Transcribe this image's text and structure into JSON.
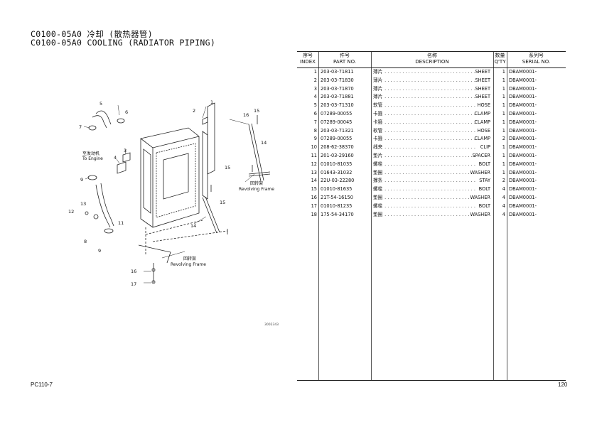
{
  "page": {
    "title_cn": "C0100-05A0 冷却 (散热器管)",
    "title_en": "C0100-05A0 COOLING (RADIATOR PIPING)",
    "model": "PC110-7",
    "page_number": "120",
    "drawing_number": "3002343"
  },
  "diagram": {
    "to_engine_cn": "至发动机",
    "to_engine_en": "To Engine",
    "frame1_cn": "回转架",
    "frame1_en": "Revolving Frame",
    "frame2_cn": "回转架",
    "frame2_en": "Revolving Frame",
    "callouts": [
      "1",
      "2",
      "3",
      "4",
      "5",
      "6",
      "7",
      "8",
      "9",
      "9",
      "11",
      "12",
      "13",
      "14",
      "14",
      "15",
      "15",
      "15",
      "16",
      "16",
      "17"
    ]
  },
  "table": {
    "headers": {
      "index_cn": "序号",
      "index_en": "INDEX",
      "part_cn": "件号",
      "part_en": "PART NO.",
      "desc_cn": "名称",
      "desc_en": "DESCRIPTION",
      "qty_cn": "数量",
      "qty_en": "Q'TY",
      "serial_cn": "系列号",
      "serial_en": "SERIAL NO."
    },
    "rows": [
      {
        "index": "1",
        "part": "203-03-71811",
        "cn": "薄片",
        "en": "SHEET",
        "qty": "1",
        "serial": "DBAM0001-"
      },
      {
        "index": "2",
        "part": "203-03-71830",
        "cn": "薄片",
        "en": "SHEET",
        "qty": "1",
        "serial": "DBAM0001-"
      },
      {
        "index": "3",
        "part": "203-03-71870",
        "cn": "薄片",
        "en": "SHEET",
        "qty": "1",
        "serial": "DBAM0001-"
      },
      {
        "index": "4",
        "part": "203-03-71881",
        "cn": "薄片",
        "en": "SHEET",
        "qty": "1",
        "serial": "DBAM0001-"
      },
      {
        "index": "5",
        "part": "203-03-71310",
        "cn": "软管",
        "en": "HOSE",
        "qty": "1",
        "serial": "DBAM0001-"
      },
      {
        "index": "6",
        "part": "07289-00055",
        "cn": "卡箍",
        "en": "CLAMP",
        "qty": "1",
        "serial": "DBAM0001-"
      },
      {
        "index": "7",
        "part": "07289-00045",
        "cn": "卡箍",
        "en": "CLAMP",
        "qty": "1",
        "serial": "DBAM0001-"
      },
      {
        "index": "8",
        "part": "203-03-71321",
        "cn": "软管",
        "en": "HOSE",
        "qty": "1",
        "serial": "DBAM0001-"
      },
      {
        "index": "9",
        "part": "07289-00055",
        "cn": "卡箍",
        "en": "CLAMP",
        "qty": "2",
        "serial": "DBAM0001-"
      },
      {
        "index": "10",
        "part": "208-62-38370",
        "cn": "线夹",
        "en": "CLIP",
        "qty": "1",
        "serial": "DBAM0001-"
      },
      {
        "index": "11",
        "part": "201-03-29160",
        "cn": "垫片",
        "en": "SPACER",
        "qty": "1",
        "serial": "DBAM0001-"
      },
      {
        "index": "12",
        "part": "01010-81035",
        "cn": "螺栓",
        "en": "BOLT",
        "qty": "1",
        "serial": "DBAM0001-"
      },
      {
        "index": "13",
        "part": "01643-31032",
        "cn": "垫圈",
        "en": "WASHER",
        "qty": "1",
        "serial": "DBAM0001-"
      },
      {
        "index": "14",
        "part": "22U-03-22280",
        "cn": "撑条",
        "en": "STAY",
        "qty": "2",
        "serial": "DBAM0001-"
      },
      {
        "index": "15",
        "part": "01010-81635",
        "cn": "螺栓",
        "en": "BOLT",
        "qty": "4",
        "serial": "DBAM0001-"
      },
      {
        "index": "16",
        "part": "21T-54-16150",
        "cn": "垫圈",
        "en": "WASHER",
        "qty": "4",
        "serial": "DBAM0001-"
      },
      {
        "index": "17",
        "part": "01010-81235",
        "cn": "螺栓",
        "en": "BOLT",
        "qty": "4",
        "serial": "DBAM0001-"
      },
      {
        "index": "18",
        "part": "175-54-34170",
        "cn": "垫圈",
        "en": "WASHER",
        "qty": "4",
        "serial": "DBAM0001-"
      }
    ]
  }
}
